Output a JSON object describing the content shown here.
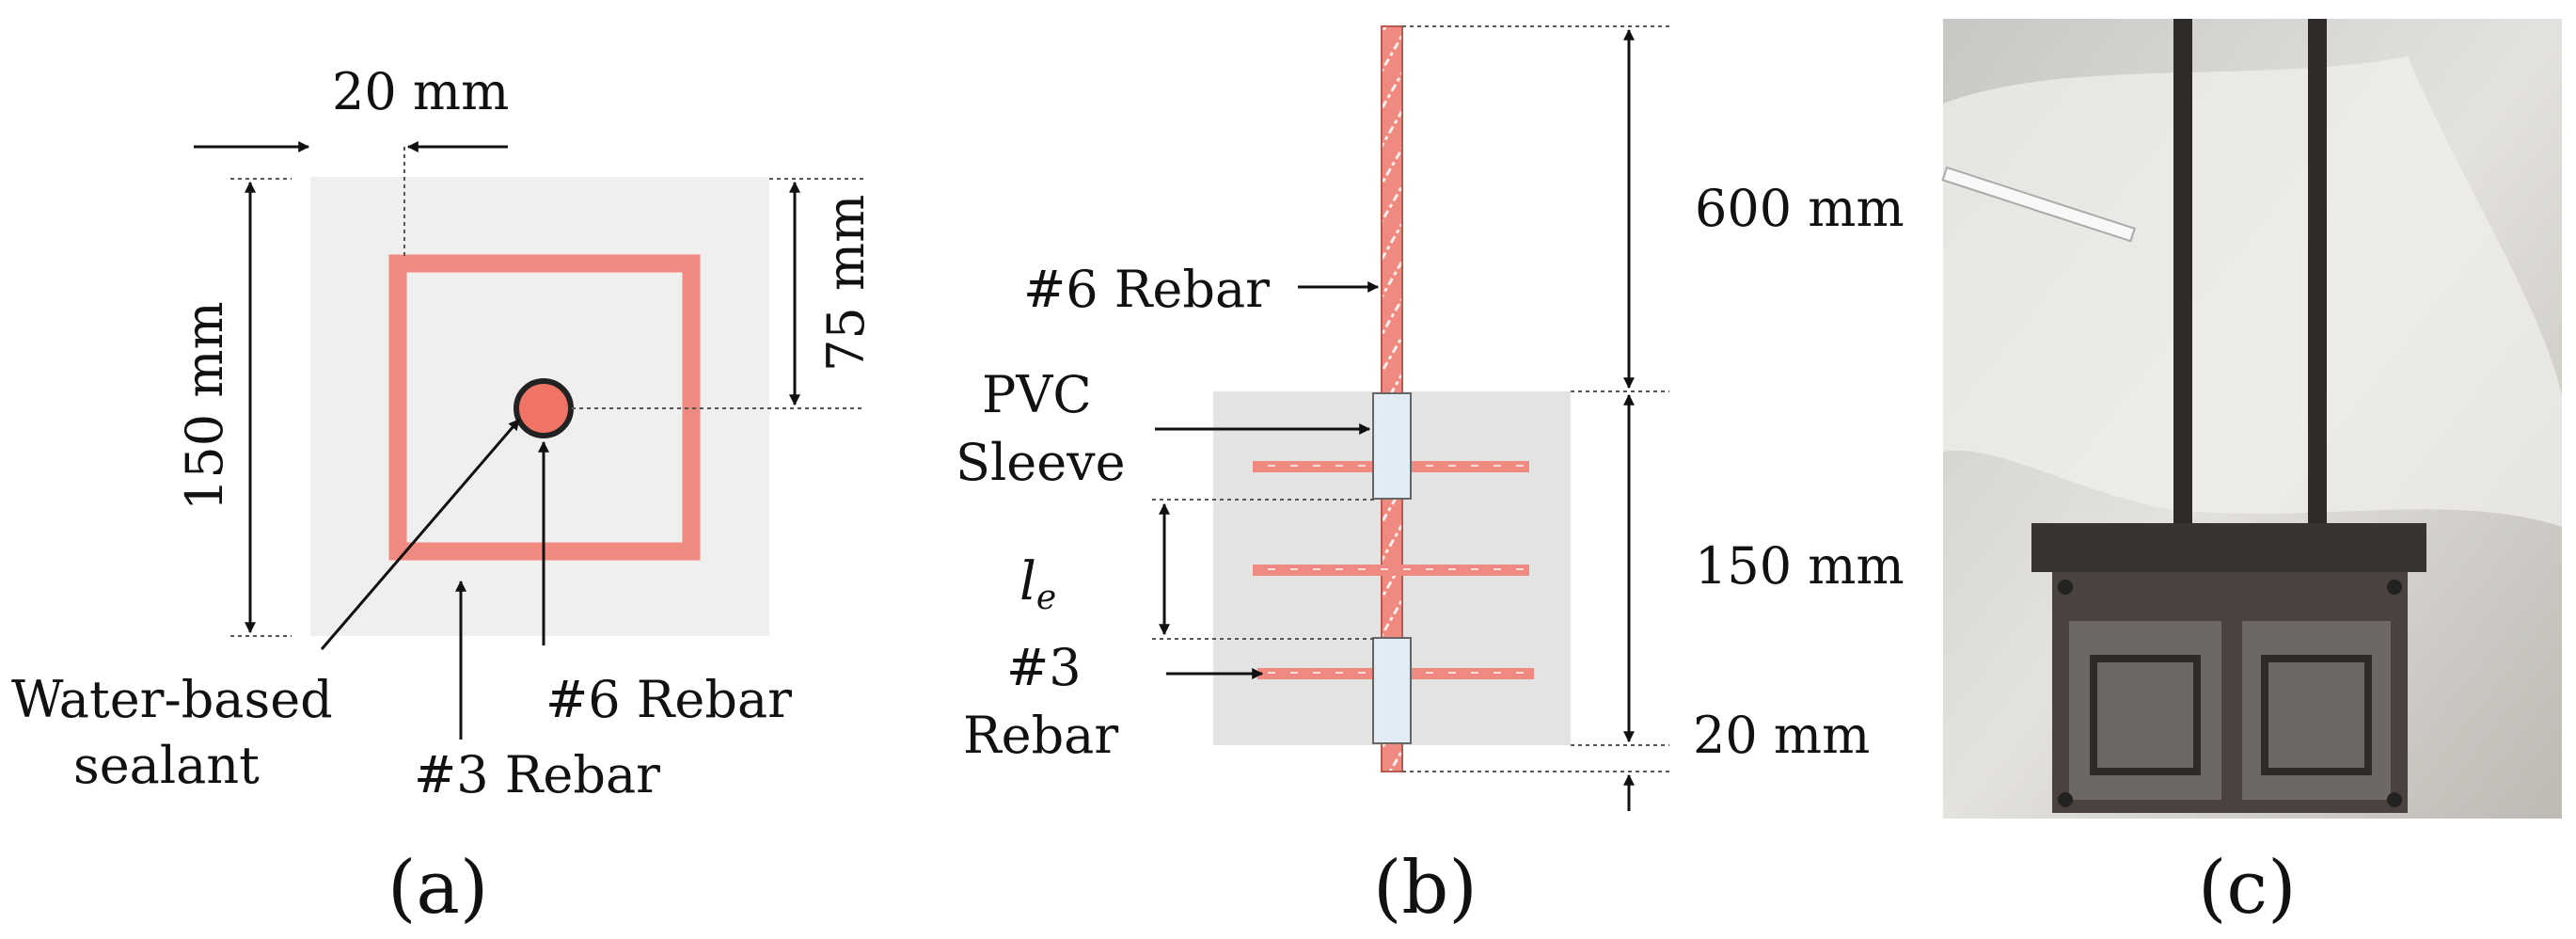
{
  "panel_a": {
    "dim_cover": "20 mm",
    "dim_width": "150 mm",
    "dim_half": "75 mm",
    "label_sealant_line1": "Water-based",
    "label_sealant_line2": "sealant",
    "label_rebar6": "#6 Rebar",
    "label_rebar3": "#3 Rebar",
    "caption": "(a)"
  },
  "panel_b": {
    "label_rebar6": "#6 Rebar",
    "label_pvc_line1": "PVC",
    "label_pvc_line2": "Sleeve",
    "label_le_main": "l",
    "label_le_sub": "e",
    "label_rebar3_line1": "#3",
    "label_rebar3_line2": "Rebar",
    "dim_top": "600 mm",
    "dim_mid": "150 mm",
    "dim_bottom": "20 mm",
    "caption": "(b)"
  },
  "panel_c": {
    "caption": "(c)"
  },
  "colors": {
    "concrete": "#efefef",
    "concrete_b": "#e3e3e3",
    "rebar": "#f08a80",
    "rebar_dark": "#e06a5e",
    "sleeve": "#e2ecf5",
    "photo_bg": "#d8d6d2"
  }
}
